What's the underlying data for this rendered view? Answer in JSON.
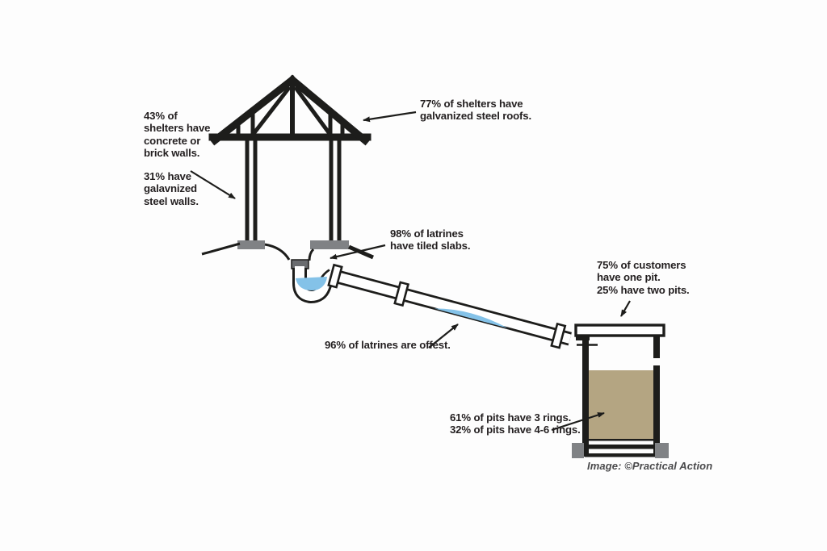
{
  "diagram": {
    "title_semantic": "offset pit latrine infographic",
    "annotations": {
      "walls_concrete": "43% of\nshelters have\nconcrete or\nbrick walls.",
      "walls_steel": "31% have\ngalavnized\nsteel walls.",
      "roof": "77% of shelters have\ngalvanized steel roofs.",
      "slabs": "98% of latrines\nhave tiled slabs.",
      "offset": "96% of latrines are offest.",
      "pits_count": "75% of customers\nhave one pit.\n25% have two pits.",
      "pit_rings": "61% of pits have 3 rings.\n32% of pits have 4-6 rings."
    },
    "credit": "Image: ©Practical Action",
    "colors": {
      "line": "#1d1d1b",
      "water": "#84c2e8",
      "sludge": "#b4a582",
      "concrete": "#808285",
      "connector": "#6a6c6f"
    }
  }
}
